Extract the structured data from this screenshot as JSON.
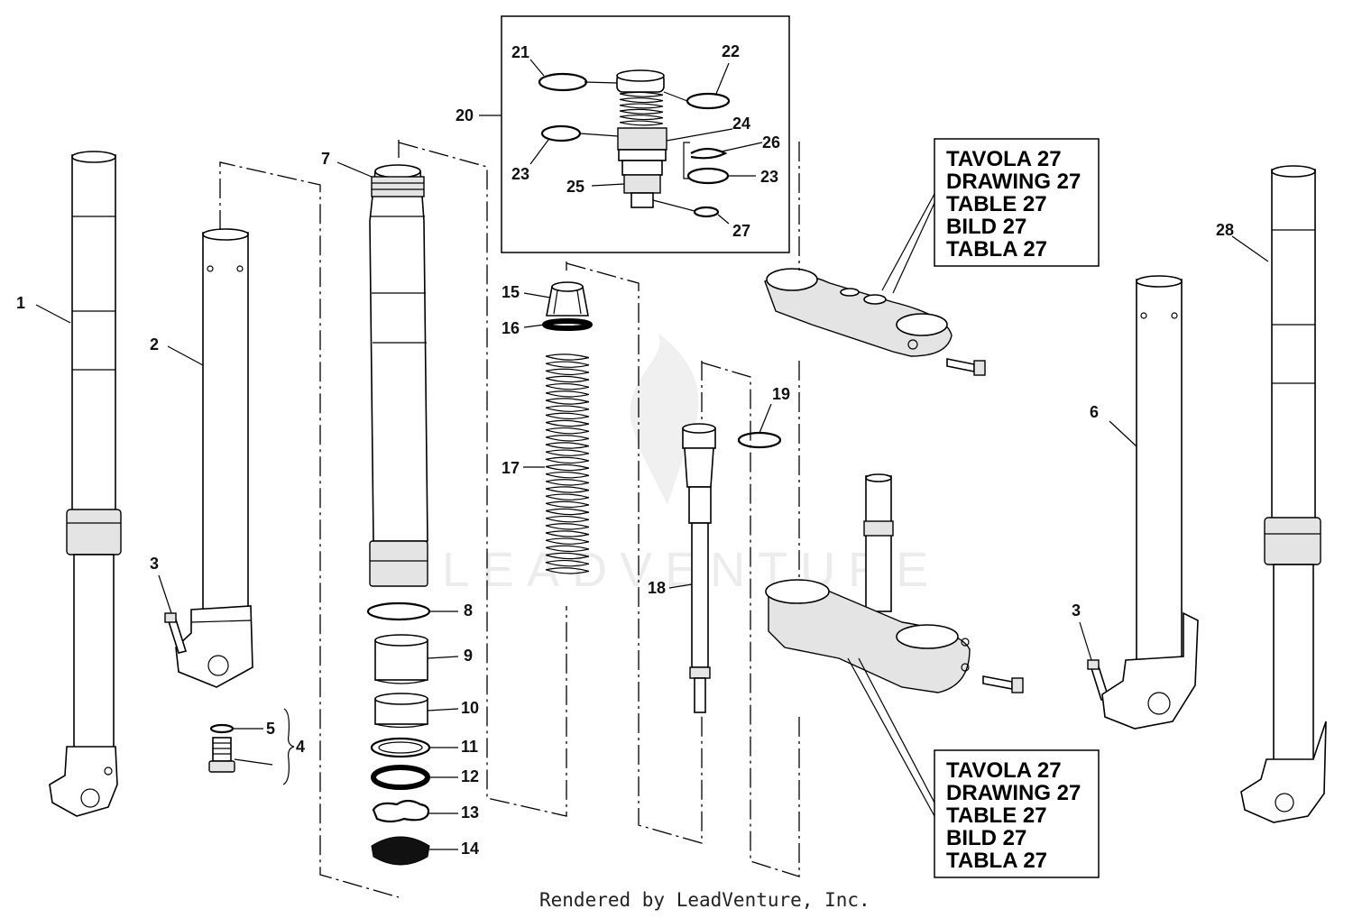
{
  "watermark": "LEADVENTURE",
  "footer": "Rendered by LeadVenture, Inc.",
  "reference_boxes": [
    {
      "lines": [
        "TAVOLA 27",
        "DRAWING 27",
        "TABLE 27",
        "BILD 27",
        "TABLA 27"
      ]
    },
    {
      "lines": [
        "TAVOLA 27",
        "DRAWING 27",
        "TABLE 27",
        "BILD 27",
        "TABLA 27"
      ]
    }
  ],
  "callouts": {
    "c1": "1",
    "c2": "2",
    "c3a": "3",
    "c3b": "3",
    "c4": "4",
    "c5": "5",
    "c6": "6",
    "c7": "7",
    "c8": "8",
    "c9": "9",
    "c10": "10",
    "c11": "11",
    "c12": "12",
    "c13": "13",
    "c14": "14",
    "c15": "15",
    "c16": "16",
    "c17": "17",
    "c18": "18",
    "c19": "19",
    "c20": "20",
    "c21": "21",
    "c22": "22",
    "c23a": "23",
    "c23b": "23",
    "c24": "24",
    "c25": "25",
    "c26": "26",
    "c27": "27",
    "c28": "28"
  }
}
